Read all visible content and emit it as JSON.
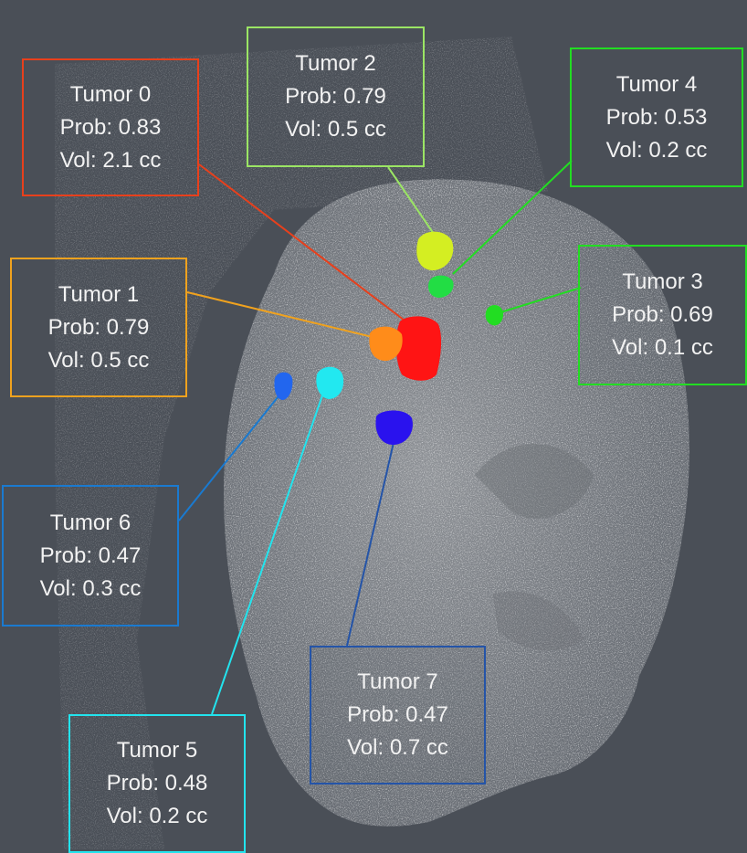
{
  "tumors": [
    {
      "id": "tumor-0",
      "name": "Tumor 0",
      "prob": "Prob: 0.83",
      "vol": "Vol: 2.1 cc",
      "color": "#e8401c"
    },
    {
      "id": "tumor-1",
      "name": "Tumor 1",
      "prob": "Prob: 0.79",
      "vol": "Vol: 0.5 cc",
      "color": "#f0a21e"
    },
    {
      "id": "tumor-2",
      "name": "Tumor 2",
      "prob": "Prob: 0.79",
      "vol": "Vol: 0.5 cc",
      "color": "#9be564"
    },
    {
      "id": "tumor-3",
      "name": "Tumor 3",
      "prob": "Prob: 0.69",
      "vol": "Vol: 0.1 cc",
      "color": "#22dd22"
    },
    {
      "id": "tumor-4",
      "name": "Tumor 4",
      "prob": "Prob: 0.53",
      "vol": "Vol: 0.2 cc",
      "color": "#22dd22"
    },
    {
      "id": "tumor-5",
      "name": "Tumor 5",
      "prob": "Prob: 0.48",
      "vol": "Vol: 0.2 cc",
      "color": "#22e4ee"
    },
    {
      "id": "tumor-6",
      "name": "Tumor 6",
      "prob": "Prob: 0.47",
      "vol": "Vol: 0.3 cc",
      "color": "#1a7ad0"
    },
    {
      "id": "tumor-7",
      "name": "Tumor 7",
      "prob": "Prob: 0.47",
      "vol": "Vol: 0.7 cc",
      "color": "#2454a8"
    }
  ],
  "blob_colors": {
    "tumor-0": "#ff1414",
    "tumor-1": "#ff8c1a",
    "tumor-2": "#d4ee22",
    "tumor-3": "#22dd22",
    "tumor-4": "#22dd44",
    "tumor-5": "#22e8f0",
    "tumor-6": "#2266ee",
    "tumor-7": "#2a12ee"
  }
}
